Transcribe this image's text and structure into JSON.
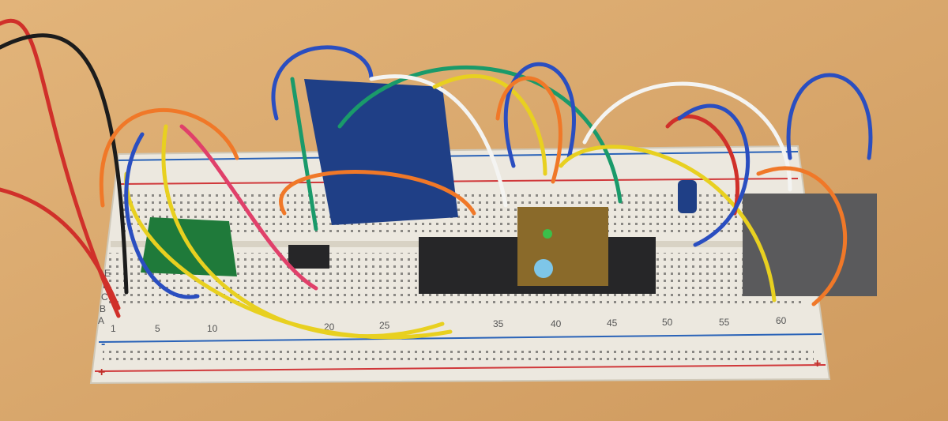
{
  "scene": {
    "description_labels": {
      "column_numbers": [
        "1",
        "5",
        "10",
        "20",
        "25",
        "35",
        "40",
        "45",
        "50",
        "55",
        "60"
      ],
      "row_letters": [
        "A",
        "B",
        "C",
        "D",
        "E"
      ],
      "rail_plus": "+",
      "rail_minus": "-"
    },
    "colors": {
      "table": "#d8a56a",
      "breadboard": "#ece8df",
      "rail_red": "#d0383a",
      "rail_blue": "#2a63b8",
      "chip": "#262628",
      "pcb_green": "#1f7a3a",
      "pcb_blue": "#1f3f86"
    }
  }
}
